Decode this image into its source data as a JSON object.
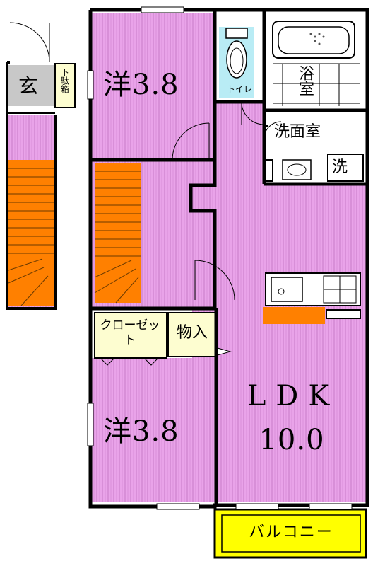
{
  "rooms": {
    "western_upper": "洋3.8",
    "western_lower": "洋3.8",
    "ldk_label": "LDK",
    "ldk_size": "10.0",
    "toilet": "トイレ",
    "bath": "浴室",
    "washroom": "洗面室",
    "washer": "洗",
    "closet": "クローゼット",
    "storage": "物入",
    "balcony": "バルコニー",
    "entrance": "玄",
    "shoe_box": "下駄箱"
  },
  "colors": {
    "room_pink": "#e9a3e9",
    "stripe": "#c87bc8",
    "wall": "#000000",
    "stairs": "#ff8000",
    "closet_yellow": "#fdfdd0",
    "balcony_yellow": "#ffff00",
    "wet_area": "#ffffff",
    "entrance_gray": "#c8c8c8"
  }
}
